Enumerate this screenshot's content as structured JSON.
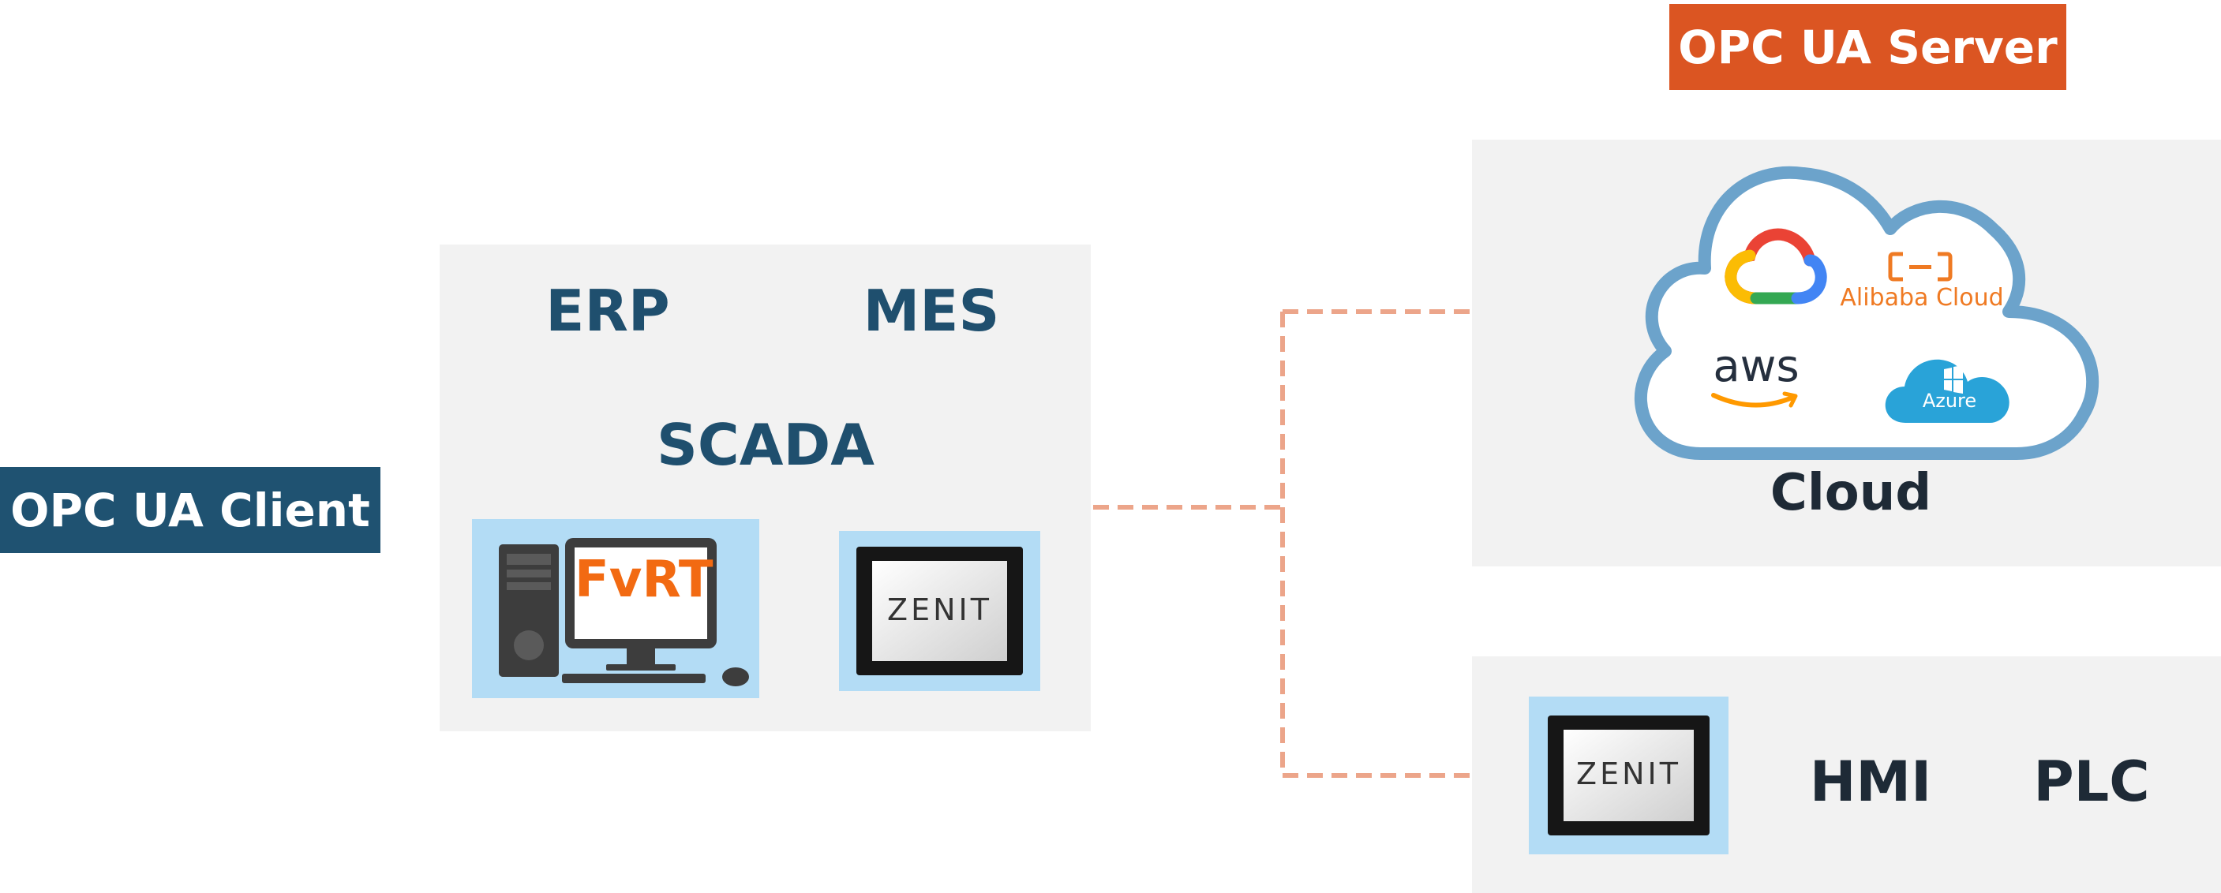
{
  "server_tag": {
    "label": "OPC UA Server",
    "color": "#db5522"
  },
  "client_tag": {
    "label": "OPC UA Client",
    "color": "#1f5271"
  },
  "scada_box": {
    "erp": "ERP",
    "mes": "MES",
    "scada": "SCADA",
    "fvrt_screen_text": "FvRT",
    "zenit_screen_text": "ZENIT"
  },
  "cloud_box": {
    "label": "Cloud",
    "providers": {
      "google": "google-cloud-logo",
      "alibaba": "Alibaba Cloud",
      "aws": "aws",
      "azure": "Azure"
    }
  },
  "device_box": {
    "zenit_screen_text": "ZENIT",
    "hmi": "HMI",
    "plc": "PLC"
  },
  "colors": {
    "panel": "#f2f2f2",
    "device_highlight": "#b3dcf5",
    "text_dark_blue": "#1f4f6e",
    "text_dark": "#1e2a36",
    "connector": "#eca58a",
    "fvrt_orange": "#f26a12"
  }
}
